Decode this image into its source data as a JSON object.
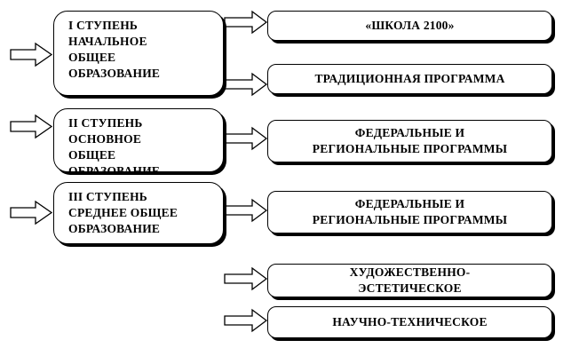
{
  "stages": [
    {
      "lines": [
        "I СТУПЕНЬ",
        "НАЧАЛЬНОЕ",
        "ОБЩЕЕ",
        "ОБРАЗОВАНИЕ"
      ]
    },
    {
      "lines": [
        "II СТУПЕНЬ",
        "ОСНОВНОЕ",
        "ОБЩЕЕ",
        "ОБРАЗОВАНИЕ"
      ]
    },
    {
      "lines": [
        "III СТУПЕНЬ",
        "СРЕДНЕЕ ОБЩЕЕ",
        "ОБРАЗОВАНИЕ"
      ]
    }
  ],
  "programs": [
    {
      "lines": [
        "«ШКОЛА 2100»"
      ]
    },
    {
      "lines": [
        "ТРАДИЦИОННАЯ ПРОГРАММА"
      ]
    },
    {
      "lines": [
        "ФЕДЕРАЛЬНЫЕ И",
        "РЕГИОНАЛЬНЫЕ ПРОГРАММЫ"
      ]
    },
    {
      "lines": [
        "ФЕДЕРАЛЬНЫЕ И",
        "РЕГИОНАЛЬНЫЕ ПРОГРАММЫ"
      ]
    },
    {
      "lines": [
        "ХУДОЖЕСТВЕННО-",
        "ЭСТЕТИЧЕСКОЕ"
      ]
    },
    {
      "lines": [
        "НАУЧНО-ТЕХНИЧЕСКОЕ"
      ]
    }
  ]
}
